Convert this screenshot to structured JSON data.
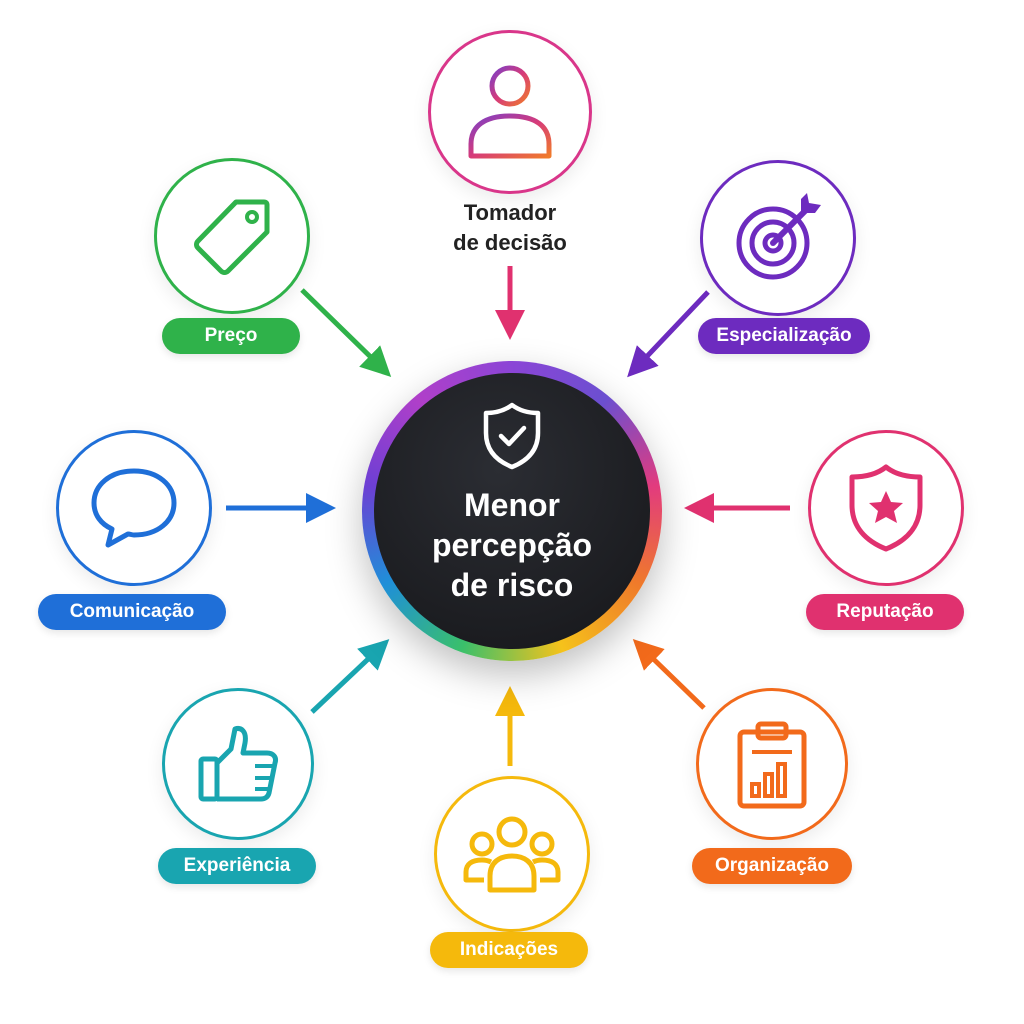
{
  "center": {
    "title_lines": [
      "Menor",
      "percepção",
      "de risco"
    ],
    "icon": "shield-check-icon"
  },
  "decision_maker": {
    "label_lines": [
      "Tomador",
      "de decisão"
    ],
    "icon": "person-icon",
    "color": "#e0316f"
  },
  "factors": [
    {
      "id": "preco",
      "label": "Preço",
      "icon": "price-tag-icon",
      "color": "#2fb24a"
    },
    {
      "id": "especializacao",
      "label": "Especialização",
      "icon": "target-icon",
      "color": "#6d2bbf"
    },
    {
      "id": "comunicacao",
      "label": "Comunicação",
      "icon": "speech-bubble-icon",
      "color": "#1f6fd8"
    },
    {
      "id": "reputacao",
      "label": "Reputação",
      "icon": "shield-star-icon",
      "color": "#e0316f"
    },
    {
      "id": "experiencia",
      "label": "Experiência",
      "icon": "thumbs-up-icon",
      "color": "#19a5b0"
    },
    {
      "id": "organizacao",
      "label": "Organização",
      "icon": "clipboard-chart-icon",
      "color": "#f26a1b"
    },
    {
      "id": "indicacoes",
      "label": "Indicações",
      "icon": "group-icon",
      "color": "#f5b90c"
    }
  ]
}
